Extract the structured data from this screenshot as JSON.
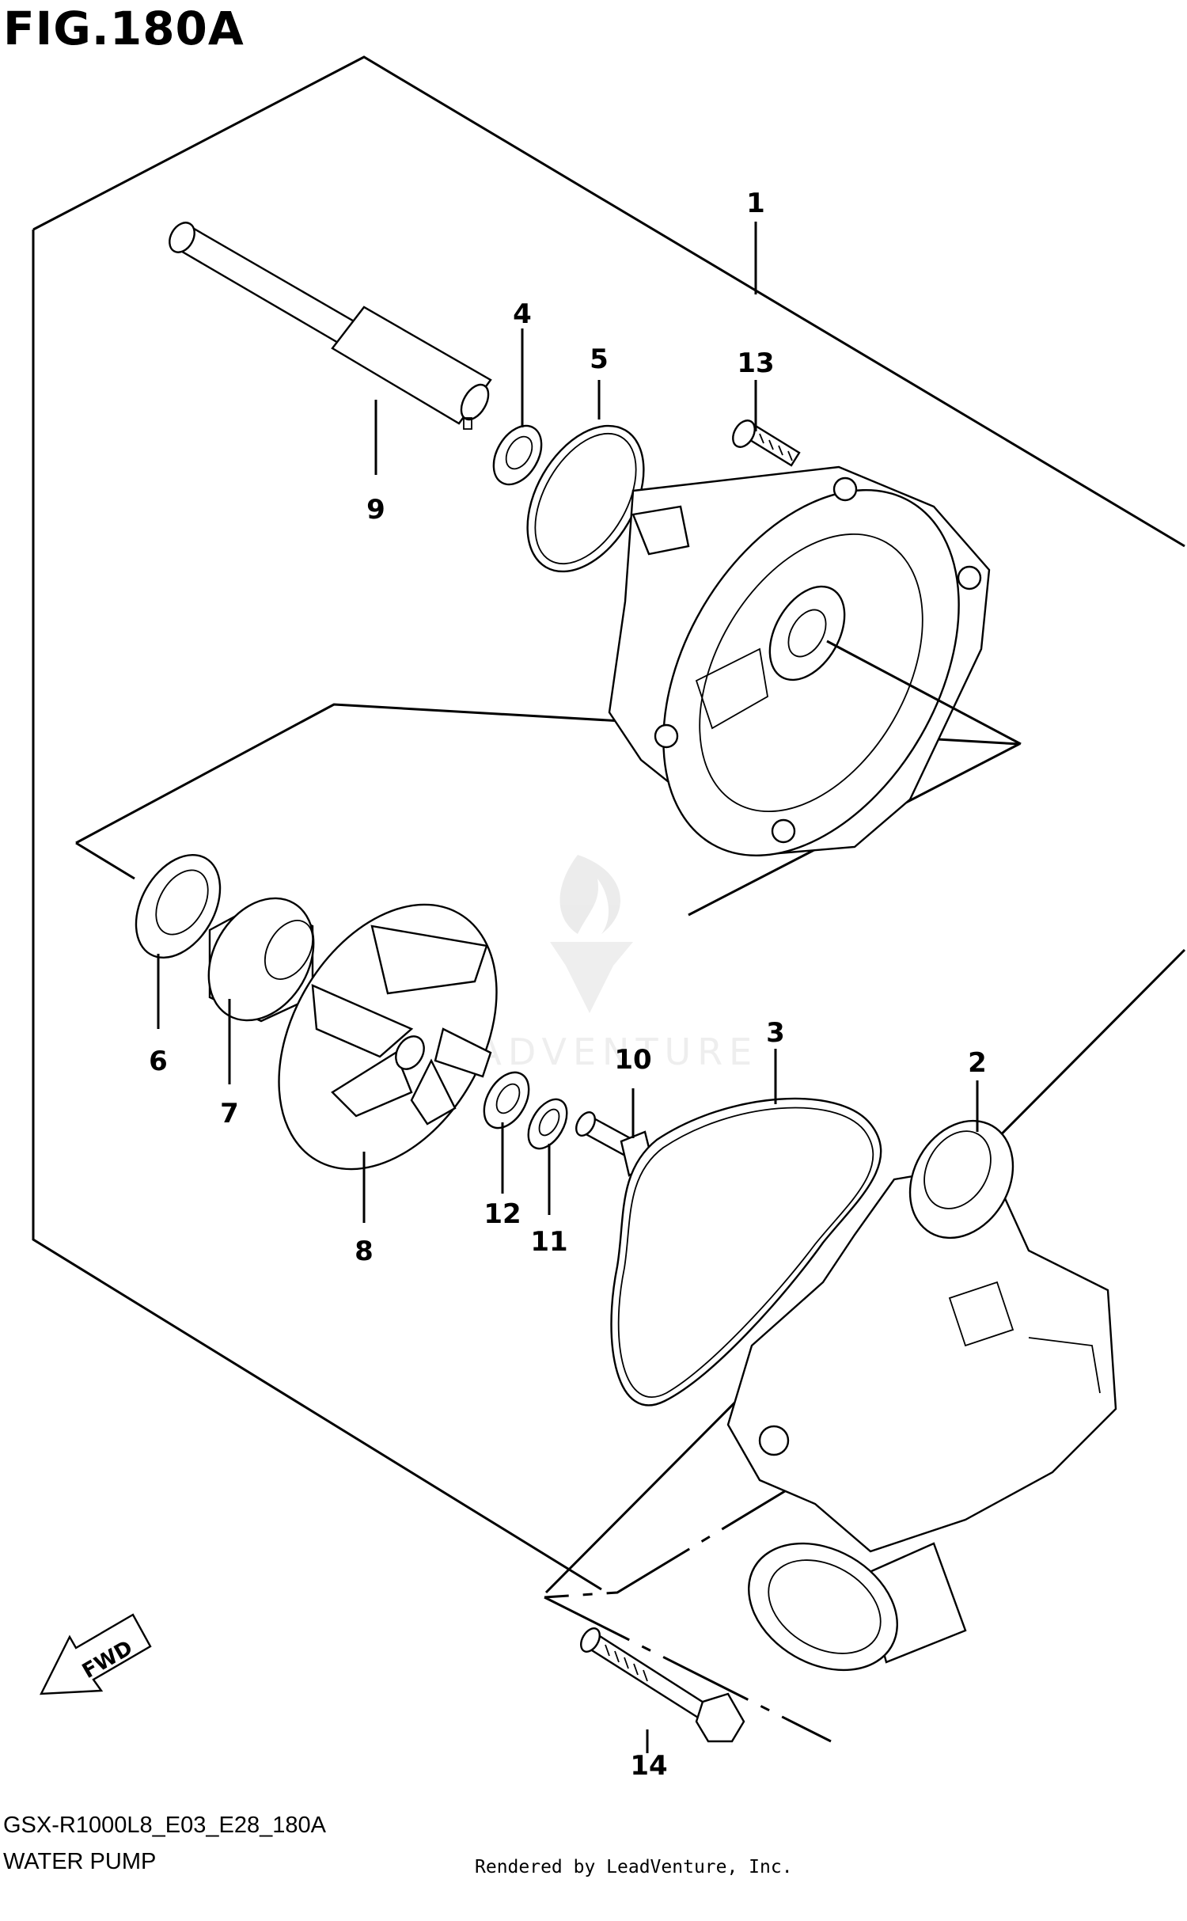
{
  "figure": {
    "title": "FIG.180A",
    "model_code": "GSX-R1000L8_E03_E28_180A",
    "name": "WATER PUMP",
    "credit": "Rendered by LeadVenture, Inc.",
    "watermark": "LEADVENTURE",
    "direction_label": "FWD"
  },
  "callouts": [
    {
      "id": "c1",
      "label": "1",
      "part": "pump-case-assembly"
    },
    {
      "id": "c2",
      "label": "2",
      "part": "pump-cover"
    },
    {
      "id": "c3",
      "label": "3",
      "part": "cover-gasket"
    },
    {
      "id": "c4",
      "label": "4",
      "part": "shaft-washer"
    },
    {
      "id": "c5",
      "label": "5",
      "part": "o-ring"
    },
    {
      "id": "c6",
      "label": "6",
      "part": "oil-seal"
    },
    {
      "id": "c7",
      "label": "7",
      "part": "mechanical-seal"
    },
    {
      "id": "c8",
      "label": "8",
      "part": "impeller"
    },
    {
      "id": "c9",
      "label": "9",
      "part": "pump-shaft"
    },
    {
      "id": "c10",
      "label": "10",
      "part": "impeller-bolt"
    },
    {
      "id": "c11",
      "label": "11",
      "part": "washer"
    },
    {
      "id": "c12",
      "label": "12",
      "part": "washer"
    },
    {
      "id": "c13",
      "label": "13",
      "part": "case-bolt"
    },
    {
      "id": "c14",
      "label": "14",
      "part": "cover-bolt"
    }
  ]
}
